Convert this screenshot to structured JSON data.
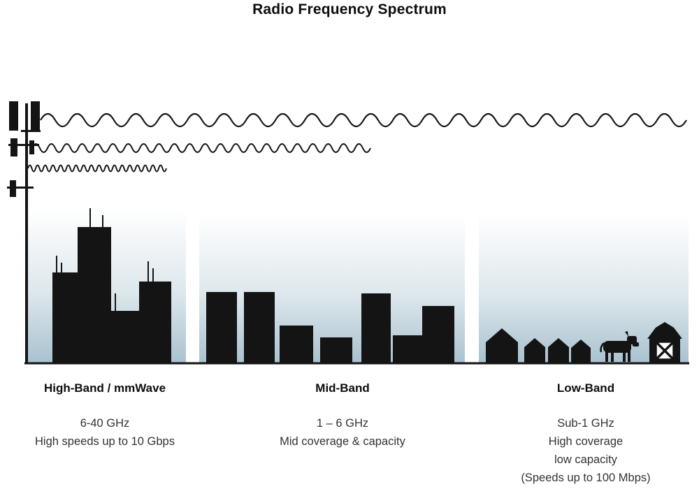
{
  "title": "Radio Frequency Spectrum",
  "bands": [
    {
      "name": "High-Band / mmWave",
      "frequency": "6-40 GHz",
      "lines": [
        "High speeds up to 10 Gbps"
      ]
    },
    {
      "name": "Mid-Band",
      "frequency": "1 – 6 GHz",
      "lines": [
        "Mid coverage & capacity"
      ]
    },
    {
      "name": "Low-Band",
      "frequency": "Sub-1 GHz",
      "lines": [
        "High coverage",
        "low capacity",
        "(Speeds up to 100 Mbps)"
      ]
    }
  ],
  "colors": {
    "silhouette": "#141414",
    "sky_top": "#ffffff",
    "sky_mid": "#dde7ec",
    "sky_bottom": "#a9c2d0",
    "text": "#333333"
  }
}
